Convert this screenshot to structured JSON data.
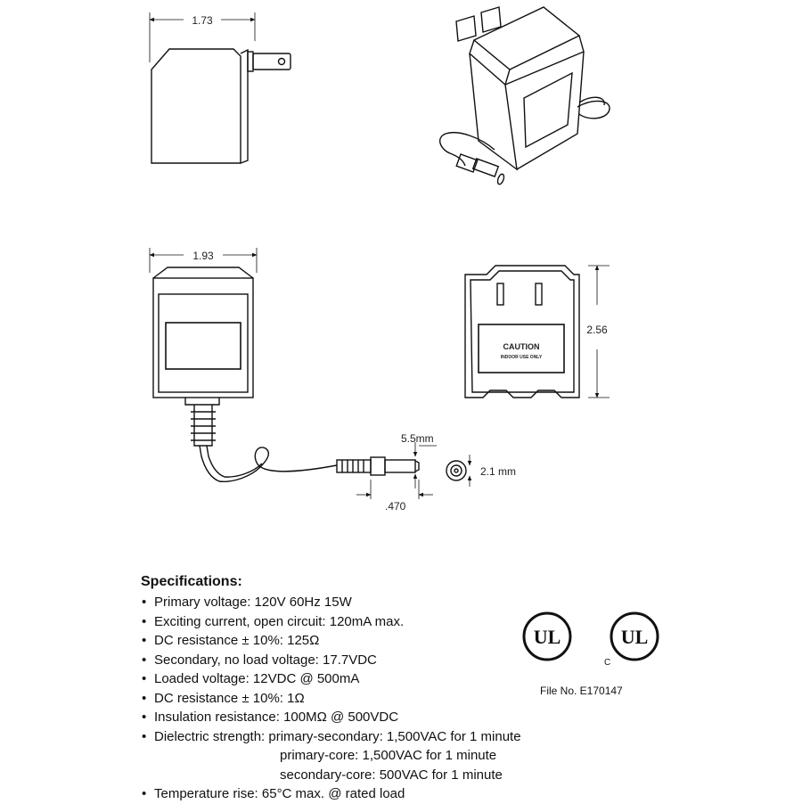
{
  "dimensions": {
    "side_width": "1.73",
    "front_width": "1.93",
    "height": "2.56",
    "plug_outer": "5.5mm",
    "plug_inner": "2.1 mm",
    "plug_length": ".470"
  },
  "label": {
    "caution": "CAUTION",
    "indoor": "INDOOR USE ONLY"
  },
  "specs": {
    "title": "Specifications:",
    "items": [
      "Primary voltage:  120V 60Hz 15W",
      "Exciting current, open circuit:  120mA max.",
      "DC resistance ± 10%:  125Ω",
      "Secondary, no load voltage:  17.7VDC",
      "Loaded voltage:  12VDC @ 500mA",
      "DC resistance ± 10%:  1Ω",
      "Insulation resistance:  100MΩ @ 500VDC",
      "Dielectric strength:  primary-secondary: 1,500VAC for 1 minute"
    ],
    "continuation": [
      "primary-core: 1,500VAC for 1 minute",
      "secondary-core:  500VAC for 1 minute"
    ],
    "last_item": "Temperature rise:  65°C max. @ rated load"
  },
  "certification": {
    "ul_mark": "UL",
    "c_mark": "C",
    "file_no": "File No. E170147"
  }
}
